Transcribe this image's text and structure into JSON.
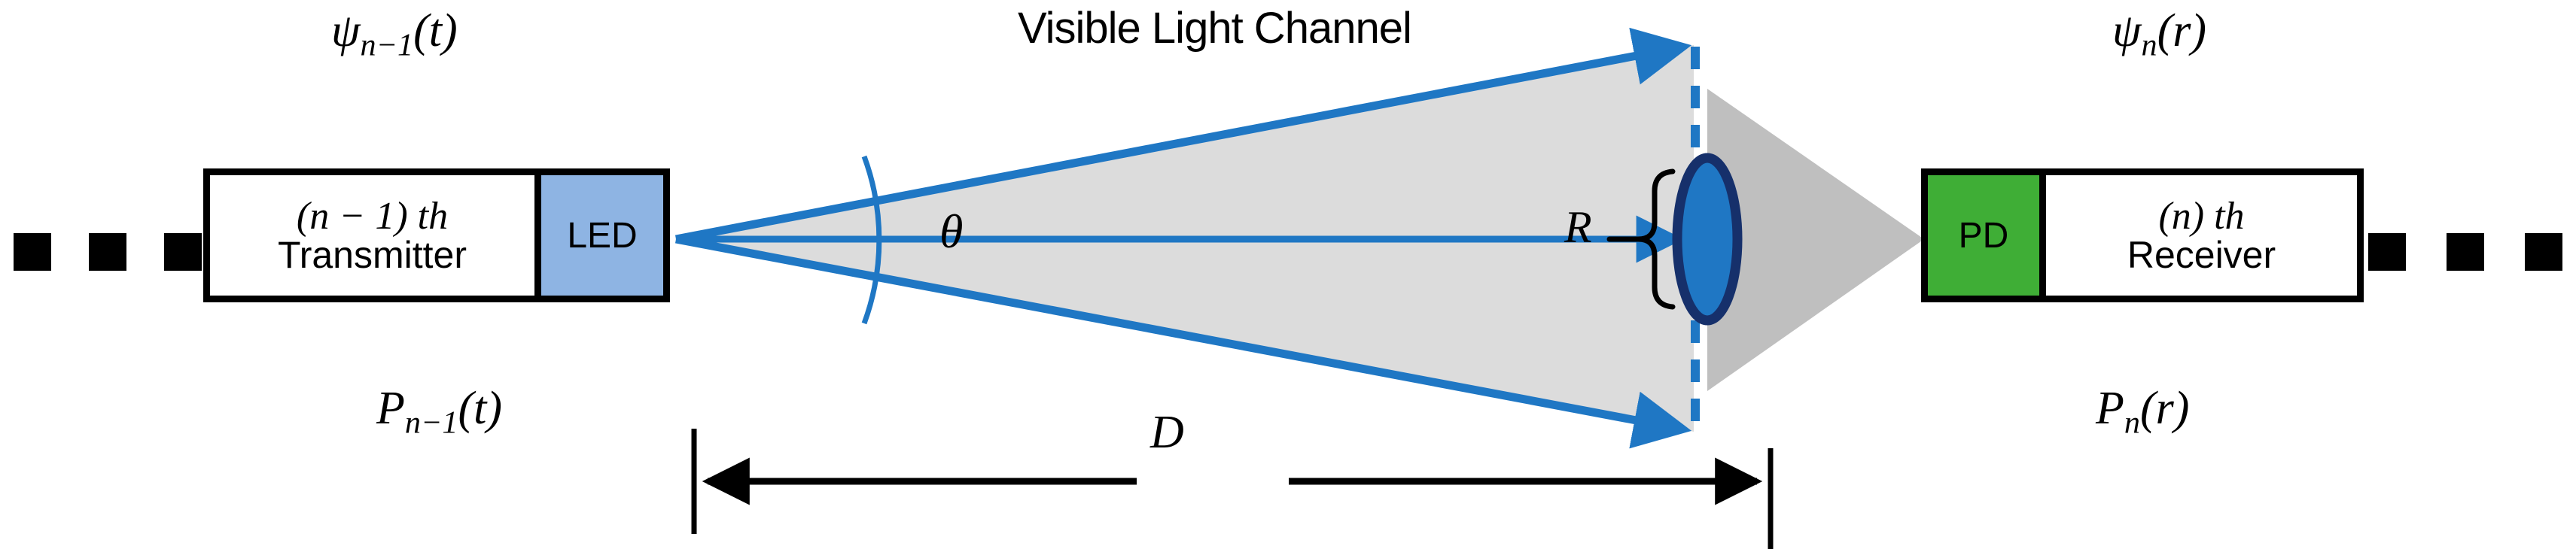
{
  "diagram": {
    "title": "Visible Light Channel",
    "colors": {
      "beam_blue": "#1F77C4",
      "lens_fill": "#1F77C4",
      "lens_outline": "#16306B",
      "cone_light_grey": "#DCDCDC",
      "cone_dark_grey": "#BFBFBF",
      "led_fill": "#8EB4E3",
      "pd_fill": "#3FAE36",
      "stroke_black": "#000000"
    }
  },
  "transmitter": {
    "signal_label": "ψ",
    "signal_sub": "n−1",
    "signal_arg": "(t)",
    "power_label": "P",
    "power_sub": "n−1",
    "power_arg": "(t)",
    "box_line1": "(n − 1) th",
    "box_line2": "Transmitter",
    "port_label": "LED"
  },
  "receiver": {
    "signal_label": "ψ",
    "signal_sub": "n",
    "signal_arg": "(r)",
    "power_label": "P",
    "power_sub": "n",
    "power_arg": "(r)",
    "box_line1": "(n) th",
    "box_line2": "Receiver",
    "port_label": "PD"
  },
  "annotations": {
    "beam_angle": "θ",
    "lens_radius": "R",
    "distance": "D"
  },
  "ellipsis": {
    "left_count": 3,
    "right_count": 3,
    "glyph": "■"
  }
}
